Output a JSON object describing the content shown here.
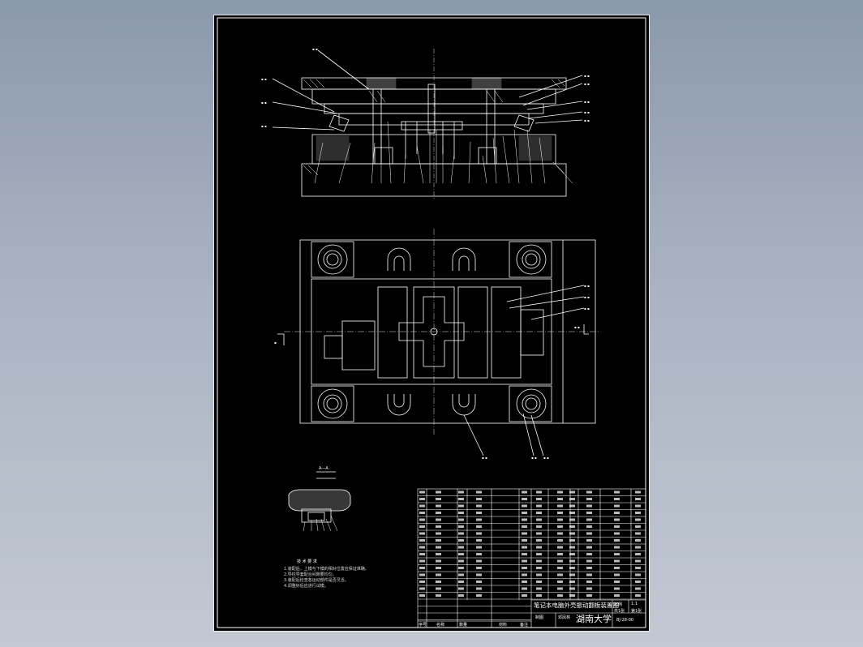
{
  "title_block": {
    "university": "湖南大学",
    "project": "笔记本电脑外壳振动翻板装置图",
    "drawn_label": "制图",
    "drawn_name": "邓凤林",
    "scale_label": "比例",
    "scale_value": "1:1",
    "sheet_label": "共1张",
    "sheet_no": "第1张",
    "drawing_no": "BJ-28-00"
  },
  "parts_header": [
    "序号",
    "名称",
    "数量",
    "材料",
    "备注"
  ],
  "tech_requirements": {
    "heading": "技 术 要 求",
    "items": [
      "1.装配后，上模与下模的相对位置应保证准确。",
      "2.导柱导套配合间隙要均匀。",
      "3.装配后检查各运动部件是否灵活。",
      "4.调整好后应进行试模。"
    ]
  },
  "section_label": "A—A",
  "colors": {
    "background": "#9aa5b6",
    "sheet": "#000000",
    "lines": "#ffffff",
    "centerlines": "#dddddd"
  }
}
